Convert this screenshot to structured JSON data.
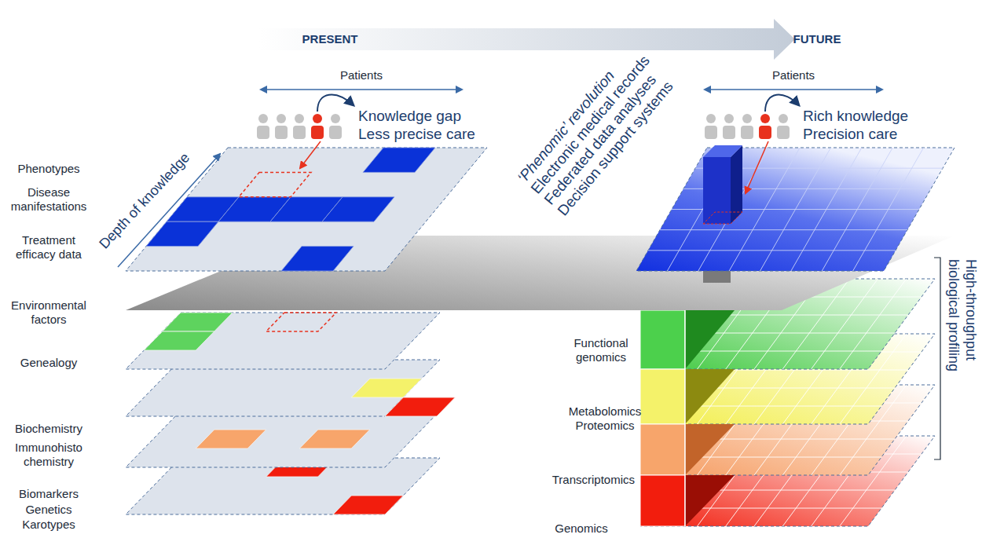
{
  "diagram": {
    "labels": [
      "PRESENT",
      "FUTURE",
      "Patients",
      "Patients",
      "Knowledge gap",
      "Less precise care",
      "Rich knowledge",
      "Precision care",
      "Depth of knowledge",
      "Phenotypes",
      "Disease manifestations",
      "Treatment efficacy data",
      "Environmental factors",
      "Genealogy",
      "Biochemistry",
      "Immunohisto chemistry",
      "Biomarkers",
      "Genetics",
      "Karotypes",
      "‘Phenomic’ revolution",
      "Electronic medical records",
      "Federated data analyses",
      "Decision support systems",
      "High-throughput biological profiling",
      "Functional genomics",
      "Metabolomics",
      "Proteomics",
      "Transcriptomics",
      "Genomics"
    ]
  }
}
